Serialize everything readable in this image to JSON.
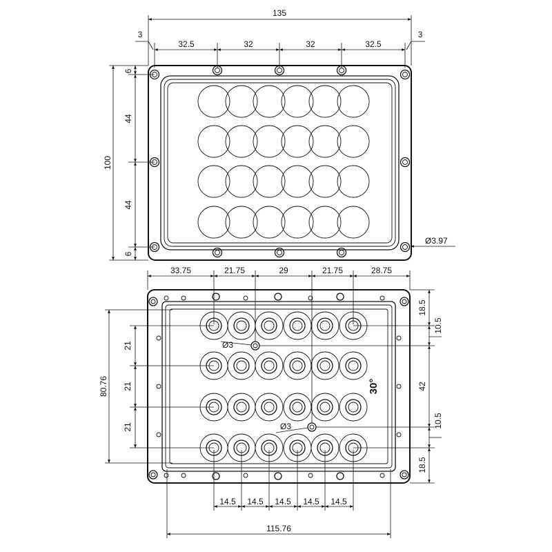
{
  "top_view": {
    "width": "135",
    "edge_left": "3",
    "edge_right": "3",
    "spacings": [
      "32.5",
      "32",
      "32",
      "32.5"
    ],
    "height": "100",
    "v_margin_top": "6",
    "v_spacing_1": "44",
    "v_spacing_2": "44",
    "v_margin_bottom": "6",
    "hole_diameter": "Ø3.97"
  },
  "bottom_view": {
    "h_spacings": [
      "33.75",
      "21.75",
      "29",
      "21.75",
      "28.75"
    ],
    "left_height": "80.76",
    "row_spacings": [
      "21",
      "21",
      "21"
    ],
    "right_dims": [
      "18.5",
      "10.5",
      "42",
      "10.5",
      "18.5"
    ],
    "small_hole_1": "Ø3",
    "small_hole_2": "Ø3",
    "beam_angle": "30°",
    "lens_pitch": [
      "14.5",
      "14.5",
      "14.5",
      "14.5",
      "14.5"
    ],
    "bottom_width": "115.76"
  }
}
